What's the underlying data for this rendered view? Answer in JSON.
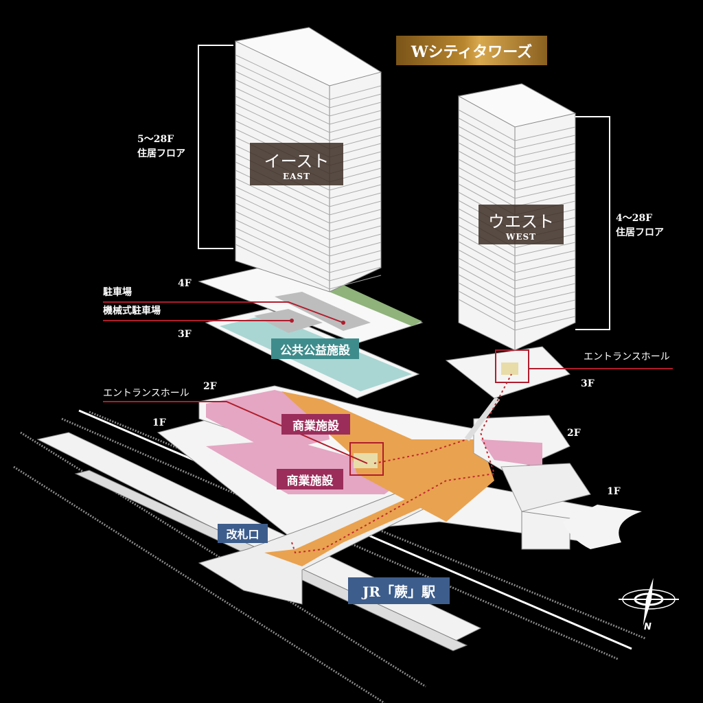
{
  "title": "Wシティタワーズ",
  "towers": {
    "east": {
      "name": "イースト",
      "en": "EAST",
      "floors": "5〜28F",
      "use": "住居フロア"
    },
    "west": {
      "name": "ウエスト",
      "en": "WEST",
      "floors": "4〜28F",
      "use": "住居フロア"
    }
  },
  "floor_labels": {
    "f4": "4F",
    "f3": "3F",
    "f2": "2F",
    "f1": "1F",
    "west_f3": "3F",
    "west_f2": "2F",
    "west_f1": "1F"
  },
  "callouts": {
    "parking": "駐車場",
    "mech_parking": "機械式駐車場",
    "entrance_east": "エントランスホール",
    "entrance_west": "エントランスホール"
  },
  "areas": {
    "public": "公共公益施設",
    "commercial_2f": "商業施設",
    "commercial_1f": "商業施設",
    "ticket_gate": "改札口",
    "station": "JR「蕨」駅"
  },
  "compass": {
    "north": "N"
  },
  "colors": {
    "gold": "#b8862f",
    "teal": "#3f8c8c",
    "pink": "#9b2d5a",
    "blue": "#3d5d8c",
    "orange": "#e9a24f",
    "red": "#b01c2c",
    "green": "#8fb37a"
  }
}
